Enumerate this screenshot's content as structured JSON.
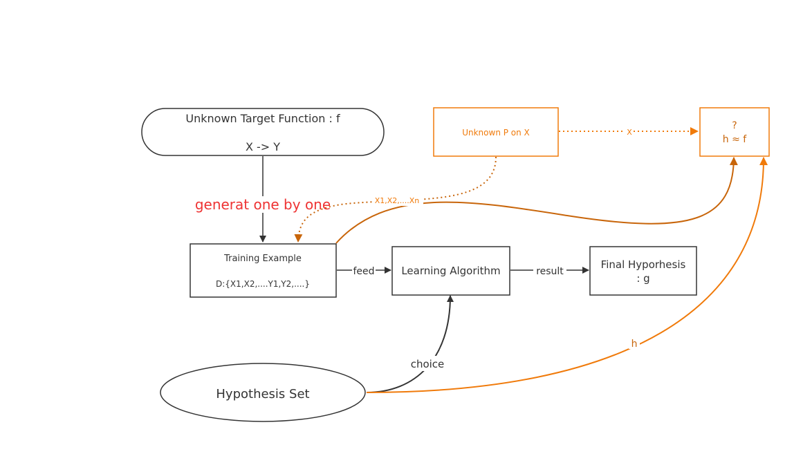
{
  "colors": {
    "dark": "#333333",
    "orange": "#f07a0a",
    "brown": "#c8650a",
    "red": "#ee3333"
  },
  "nodes": {
    "target_function": {
      "line1": "Unknown Target Function : f",
      "line2": "X -> Y"
    },
    "unknown_p": {
      "label": "Unknown P on X"
    },
    "h_approx": {
      "line1": "?",
      "line2": "h ≈ f"
    },
    "training_example": {
      "line1": "Training Example",
      "line2": "D:{X1,X2,....Y1,Y2,....}"
    },
    "learning_algorithm": {
      "label": "Learning Algorithm"
    },
    "final_hypothesis": {
      "line1": "Final Hyporhesis",
      "line2": ": g"
    },
    "hypothesis_set": {
      "label": "Hypothesis Set"
    }
  },
  "edges": {
    "generate": "generat one by one",
    "samples": "X1,X2,....Xn",
    "x": "X",
    "feed": "feed",
    "result": "result",
    "choice": "choice",
    "h": "h"
  }
}
